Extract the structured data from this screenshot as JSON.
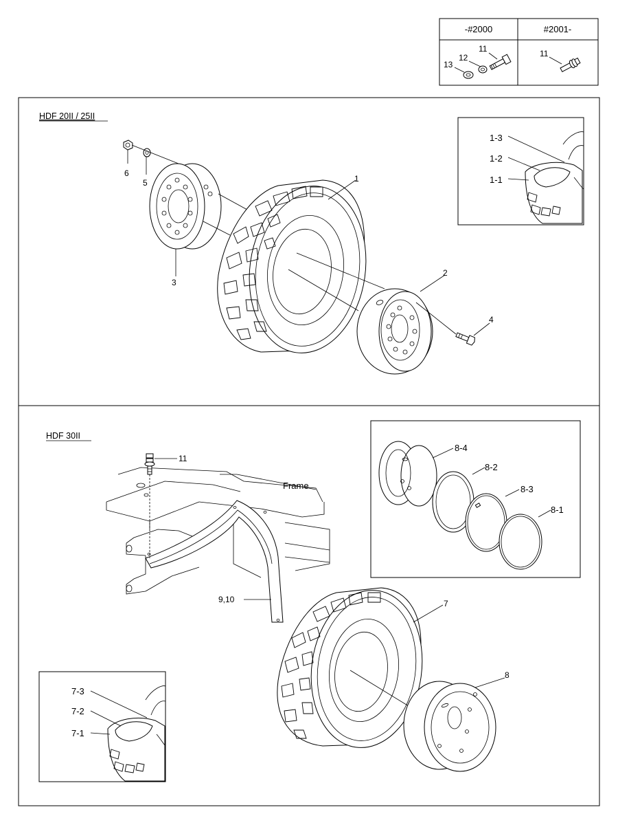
{
  "serial_table": {
    "headers": [
      "-#2000",
      "#2001-"
    ],
    "left_callouts": [
      "11",
      "12",
      "13"
    ],
    "right_callouts": [
      "11"
    ]
  },
  "section_top": {
    "title": "HDF 20II / 25II",
    "callouts": [
      "1",
      "2",
      "3",
      "4",
      "5",
      "6"
    ],
    "inset_callouts": [
      "1-3",
      "1-2",
      "1-1"
    ]
  },
  "section_bottom": {
    "title": "HDF 30II",
    "frame_label": "Frame",
    "callouts": [
      "11",
      "9,10",
      "7",
      "8"
    ],
    "rim_inset_callouts": [
      "8-4",
      "8-2",
      "8-3",
      "8-1"
    ],
    "tire_inset_callouts": [
      "7-3",
      "7-2",
      "7-1"
    ]
  }
}
